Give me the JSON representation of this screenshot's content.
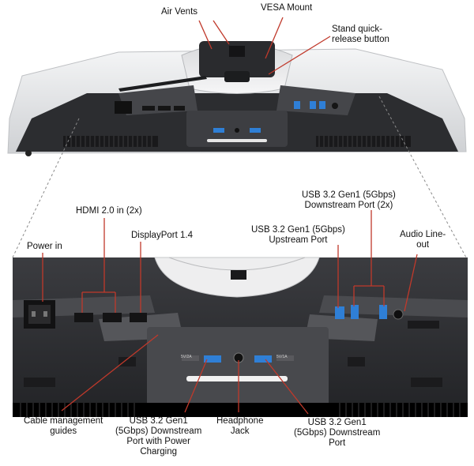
{
  "labels": {
    "air_vents": [
      "Air Vents"
    ],
    "vesa_mount": [
      "VESA Mount"
    ],
    "stand_release": [
      "Stand quick-",
      "release button"
    ],
    "hdmi": [
      "HDMI 2.0 in (2x)"
    ],
    "usb_down_2x": [
      "USB 3.2 Gen1 (5Gbps)",
      "Downstream Port (2x)"
    ],
    "displayport": [
      "DisplayPort 1.4"
    ],
    "usb_upstream": [
      "USB 3.2 Gen1 (5Gbps)",
      "Upstream Port"
    ],
    "audio_out": [
      "Audio Line-",
      "out"
    ],
    "power_in": [
      "Power in"
    ],
    "cable_guides": [
      "Cable management",
      "guides"
    ],
    "usb_charging": [
      "USB 3.2 Gen1",
      "(5Gbps) Downstream",
      "Port with Power",
      "Charging"
    ],
    "headphone": [
      "Headphone",
      "Jack"
    ],
    "usb_down": [
      "USB 3.2 Gen1",
      "(5Gbps) Downstream",
      "Port"
    ]
  },
  "port_tags": {
    "left": "5V/2A",
    "right": "5V/1A"
  },
  "colors": {
    "monitor_white": "#e9eaec",
    "monitor_dark": "#2b2c2f",
    "panel_gray": "#3a3b3f",
    "port_blue": "#2f7fd6",
    "leader_red": "#c0392b",
    "leader_dark": "#333333"
  }
}
